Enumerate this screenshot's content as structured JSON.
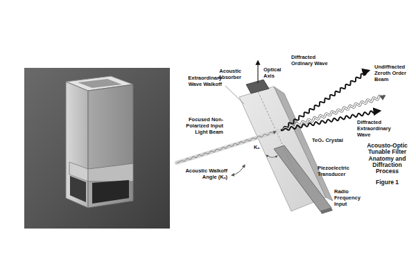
{
  "diagram": {
    "labels": [
      "Diffracted Ordinary Wave",
      "Undiffracted Zeroth Order Beam",
      "Acoustic Absorber",
      "Optical Axis",
      "Extraordinary Wave Walkoff",
      "Focused Non-Polarized Input Light Beam",
      "TeO₂ Crystal",
      "Kₐ",
      "Diffracted Extraordinary Wave",
      "Acoustic Walkoff Angle (Kₐ)",
      "Piezoelectric Transducer",
      "Radio Frequency Input",
      "Acousto-Optic Tunable Filter Anatomy and Diffraction Process",
      "Figure 1"
    ]
  }
}
